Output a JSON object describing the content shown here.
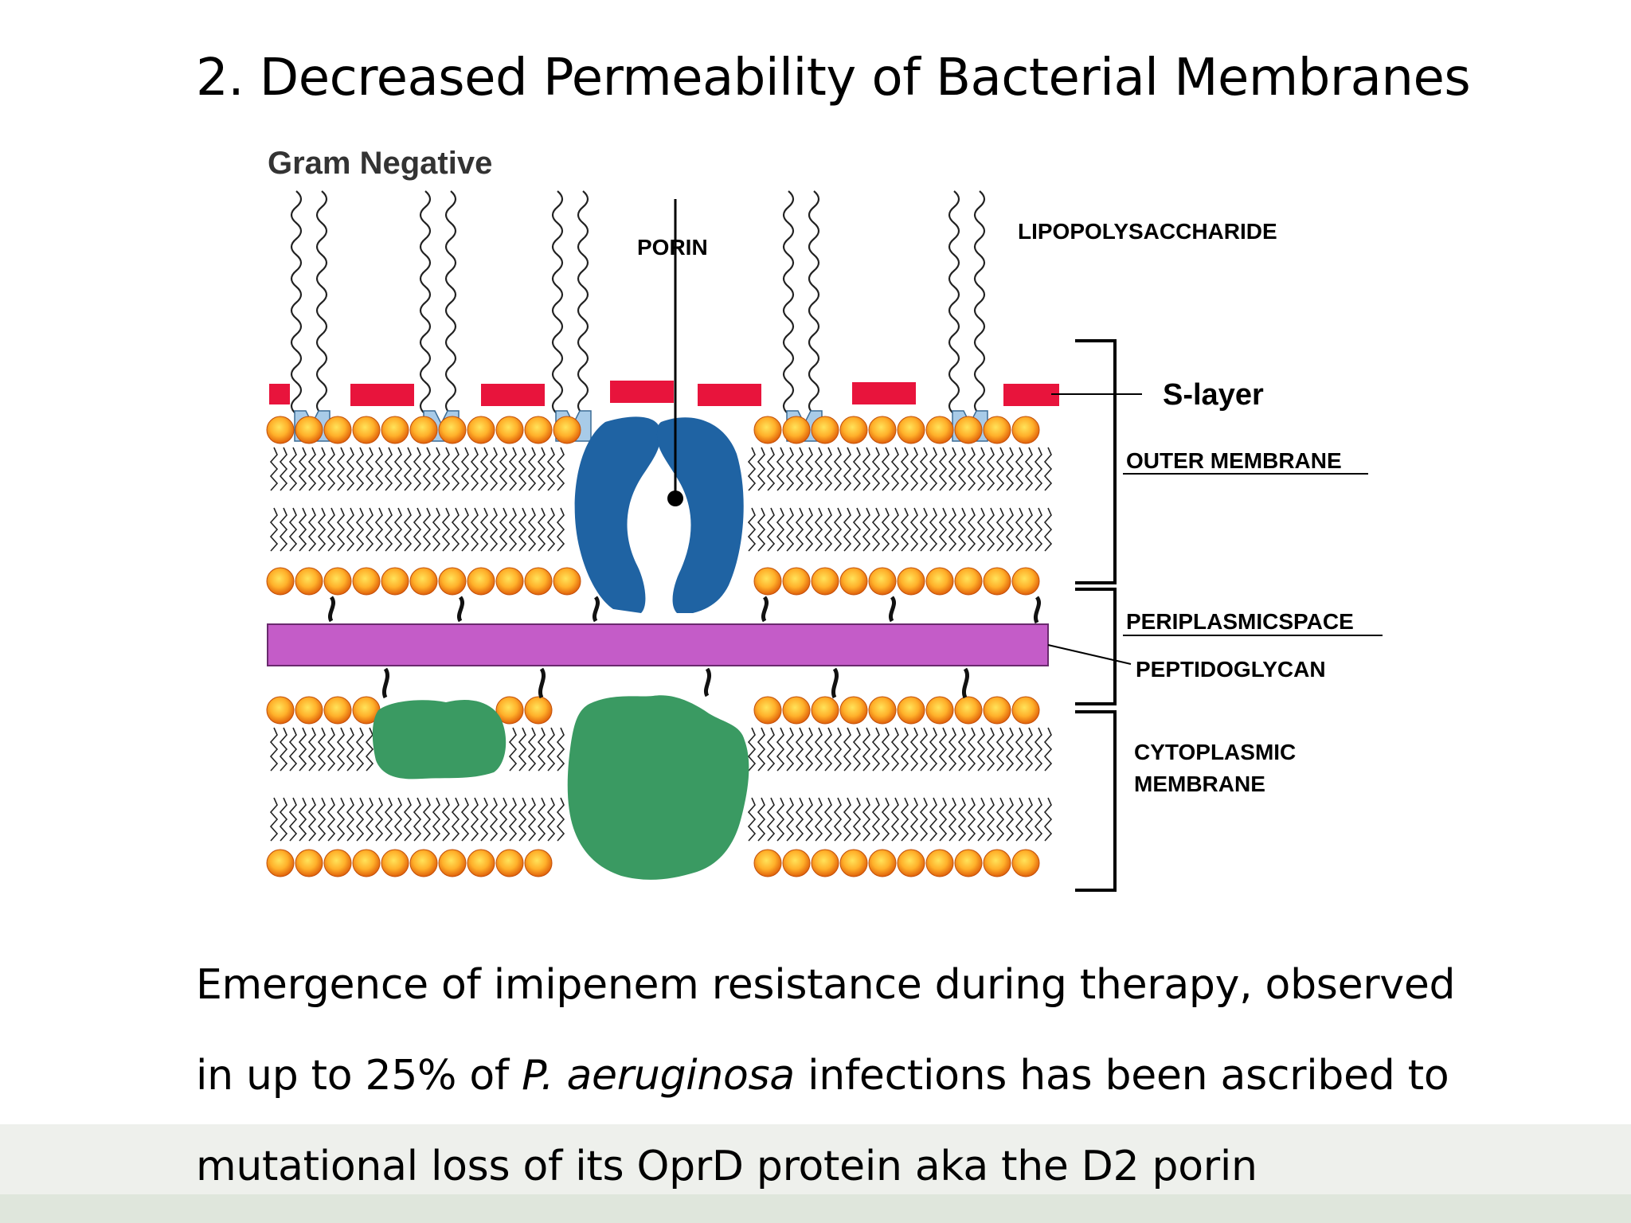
{
  "slide": {
    "title": "2. Decreased Permeability of Bacterial Membranes"
  },
  "diagram": {
    "heading": "Gram Negative",
    "labels": {
      "lipopolysaccharide": "LIPOPOLYSACCHARIDE",
      "porin": "PORIN",
      "s_layer": "S-layer",
      "outer_membrane": "OUTER MEMBRANE",
      "periplasmic_space": "PERIPLASMICSPACE",
      "peptidoglycan": "PEPTIDOGLYCAN",
      "cytoplasmic_line1": "CYTOPLASMIC",
      "cytoplasmic_line2": "MEMBRANE"
    },
    "colors": {
      "s_layer": "#e8143c",
      "lipid_head": "#f7941d",
      "lipid_head_center": "#ffd84a",
      "porin": "#1f63a3",
      "peptidoglycan": "#c45cc8",
      "membrane_protein": "#3a9a62",
      "lps_anchor": "#a8cbe8"
    }
  },
  "body": {
    "line1": "Emergence of imipenem resistance during therapy, observed",
    "line2_before": "in up to 25% of ",
    "line2_italic": "P. aeruginosa",
    "line2_after": " infections has been ascribed to",
    "line3": "mutational loss of its OprD protein aka the D2 porin"
  }
}
